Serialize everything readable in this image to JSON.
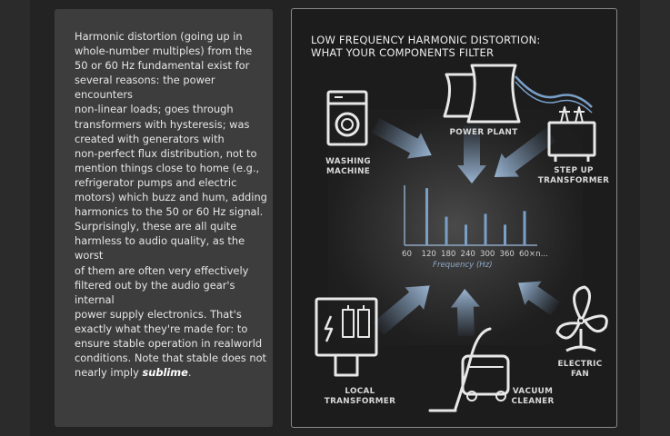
{
  "text_panel": {
    "paragraph_before": "Harmonic distortion (going up in\nwhole-number multiples) from the\n50 or 60 Hz fundamental exist for\nseveral reasons: the power encounters\nnon-linear loads; goes through\ntransformers with hysteresis; was\ncreated with generators with\nnon-perfect flux distribution, not to\nmention things close to home (e.g.,\nrefrigerator pumps and electric\nmotors) which buzz and hum, adding\nharmonics to the 50 or 60 Hz signal.\nSurprisingly, these are all quite\nharmless to audio quality, as the worst\nof them are often very effectively\nfiltered out by the audio gear's internal\npower supply electronics. That's\nexactly what they're made for: to\nensure stable operation in realworld\nconditions. Note that stable does not\nnearly imply ",
    "emphasis": "sublime",
    "paragraph_after": "."
  },
  "diagram": {
    "title_line1": "LOW FREQUENCY HARMONIC DISTORTION:",
    "title_line2": "WHAT YOUR COMPONENTS FILTER",
    "captions": {
      "washing_machine": "WASHING\nMACHINE",
      "power_plant": "POWER PLANT",
      "step_up_transformer": "STEP UP\nTRANSFORMER",
      "local_transformer": "LOCAL\nTRANSFORMER",
      "vacuum_cleaner": "VACUUM\nCLEANER",
      "electric_fan": "ELECTRIC\nFAN"
    }
  },
  "chart_data": {
    "type": "bar",
    "categories": [
      "60",
      "120",
      "180",
      "240",
      "300",
      "360",
      "60×n..."
    ],
    "values": [
      0,
      1.0,
      0.5,
      0.36,
      0.55,
      0.36,
      0.6
    ],
    "xlabel": "Frequency (Hz)",
    "ylabel": "",
    "ylim": [
      0,
      1.05
    ],
    "grid": false,
    "colors": {
      "bar": "#7aa0c8",
      "axis": "#8fa7c4"
    }
  }
}
